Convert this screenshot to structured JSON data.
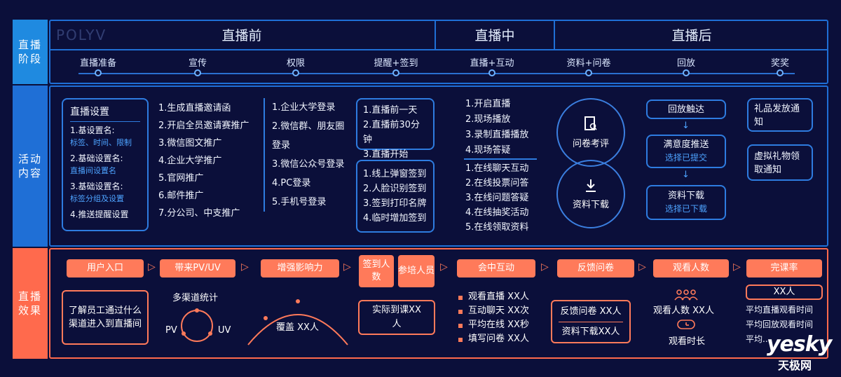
{
  "side_labels": {
    "stage": "直播阶段",
    "activity": "活动内容",
    "effect": "直播效果"
  },
  "headers": {
    "before": "直播前",
    "during": "直播中",
    "after": "直播后"
  },
  "watermark_logo": "POLYV",
  "stages": [
    "直播准备",
    "宣传",
    "权限",
    "提醒+签到",
    "直播+互动",
    "资料+问卷",
    "回放",
    "奖奖"
  ],
  "activity": {
    "settings": {
      "title": "直播设置",
      "items": [
        {
          "label": "1.基设置名:",
          "hint": "标签、时间、限制"
        },
        {
          "label": "2.基础设置名:",
          "hint": "直播间设置名"
        },
        {
          "label": "3.基础设置名:",
          "hint": "标签分组及设置"
        },
        {
          "label": "4.推送提醒设置",
          "hint": ""
        }
      ]
    },
    "promo": [
      "1.生成直播邀请函",
      "2.开启全员邀请赛推广",
      "3.微信图文推广",
      "4.企业大学推广",
      "5.官网推广",
      "6.邮件推广",
      "7.分公司、中支推广"
    ],
    "permission": [
      "1.企业大学登录",
      "2.微信群、朋友圈",
      "登录",
      "3.微信公众号登录",
      "4.PC登录",
      "5.手机号登录"
    ],
    "remind": [
      "1.直播前一天",
      "2.直播前30分钟",
      "3.直播开始"
    ],
    "checkin": [
      "1.线上弹窗签到",
      "2.人脸识别签到",
      "3.签到打印名牌",
      "4.临时增加签到"
    ],
    "live": [
      "1.开启直播",
      "2.现场播放",
      "3.录制直播播放",
      "4.现场答疑"
    ],
    "interact": [
      "1.在线聊天互动",
      "2.在线投票问答",
      "3.在线问题答疑",
      "4.在线抽奖活动",
      "5.在线领取资料"
    ],
    "survey": "问卷考评",
    "download": "资料下载",
    "replay": {
      "a": "回放触达",
      "b_title": "满意度推送",
      "b_hint": "选择已提交",
      "c_title": "资料下载",
      "c_hint": "选择已下载"
    },
    "gift": [
      "礼品发放通知",
      "虚拟礼物领取通知"
    ]
  },
  "effect": {
    "m1": "用户入口",
    "m2": "带来PV/UV",
    "m3": "增强影响力",
    "m4a": "签到人数",
    "m4b": "参培人员",
    "m5": "会中互动",
    "m6": "反馈问卷",
    "m7": "观看人数",
    "m8": "完课率",
    "entry_text": "了解员工通过什么渠道进入到直播间",
    "multichannel": "多渠道统计",
    "pv": "PV",
    "uv": "UV",
    "reach": "覆盖 XX人",
    "attend": "实际到课XX人",
    "interactions": [
      "观看直播 XX人",
      "互动聊天 XX次",
      "平均在线 XX秒",
      "填写问卷 XX人"
    ],
    "feedback": [
      "反馈问卷 XX人",
      "资料下载XX人"
    ],
    "viewers": "观看人数 XX人",
    "duration": "观看时长",
    "completion_value": "XX人",
    "completion_lines": [
      "平均直播观看时间",
      "平均回放观看时间",
      "平均..."
    ]
  },
  "brand": {
    "name": "yesky",
    "sub": "天极网"
  },
  "colors": {
    "background": "#0b0f3a",
    "blue": "#1f6fd6",
    "accent": "#ff7a5a"
  }
}
